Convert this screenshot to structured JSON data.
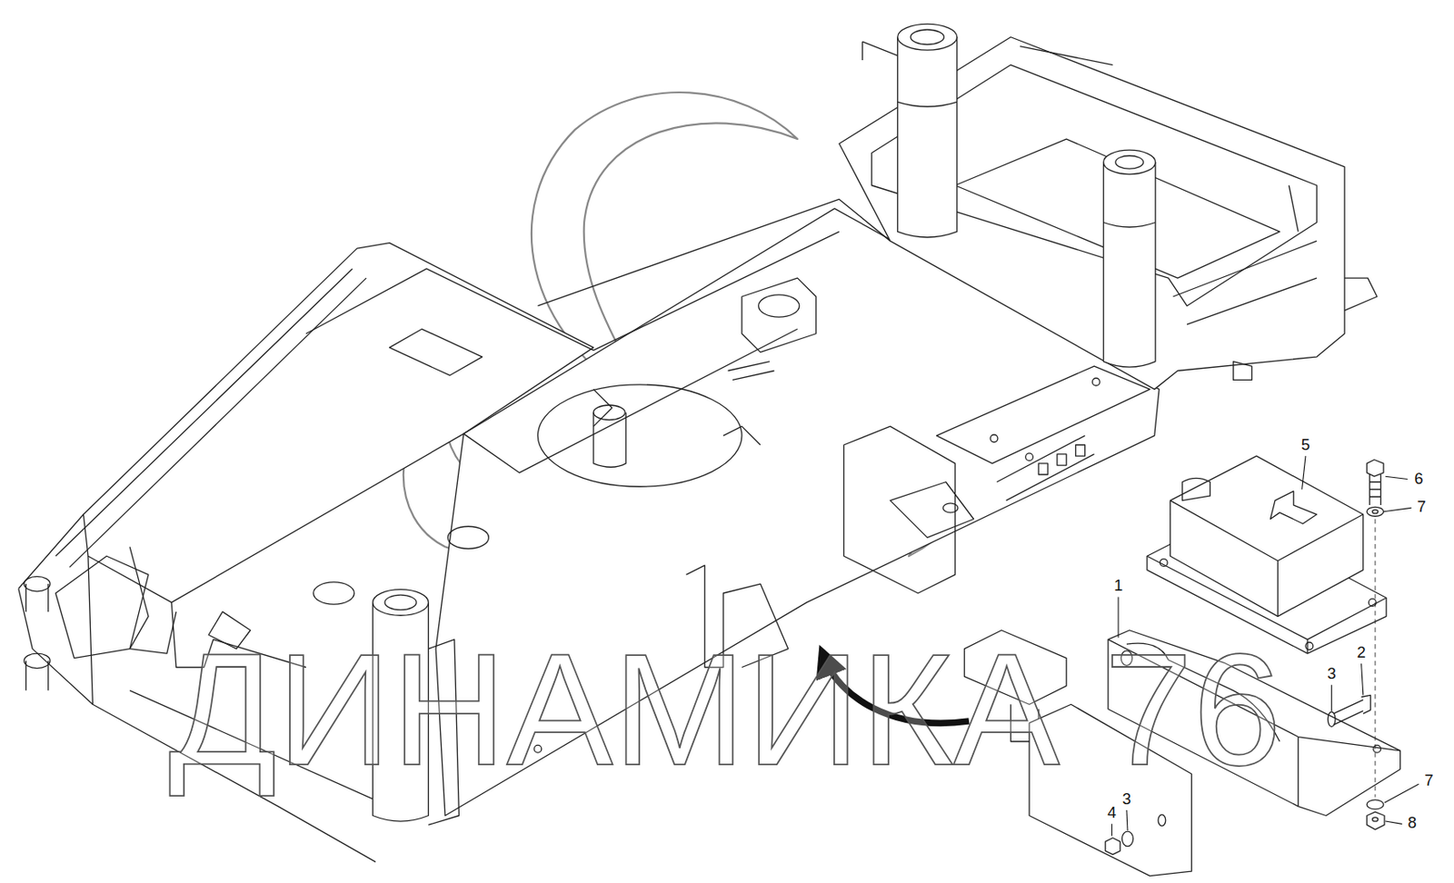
{
  "diagram": {
    "labels": [
      "5",
      "6",
      "7",
      "1",
      "2",
      "3",
      "7",
      "8",
      "3",
      "4",
      "ДИНАМИКА 76"
    ]
  }
}
